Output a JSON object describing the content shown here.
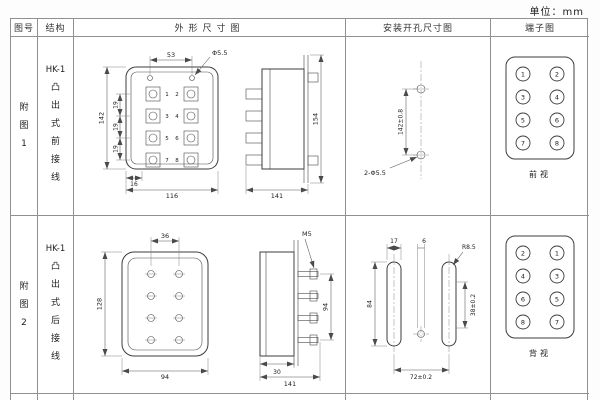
{
  "page": {
    "unit_label": "单位：mm"
  },
  "headers": {
    "figure": "图号",
    "structure": "结构",
    "outline": "外形尺寸图",
    "install": "安装开孔尺寸图",
    "terminal": "端子图"
  },
  "row1": {
    "figure_no": "附图1",
    "model": "HK-1",
    "structure": "凸出式前接线",
    "outline": {
      "top_width": "53",
      "hole_dia": "Φ5.5",
      "height": "142",
      "pitches": [
        "19",
        "19",
        "19"
      ],
      "bottom_small": "16",
      "bottom_width": "116",
      "side_height": "154",
      "side_depth": "141"
    },
    "install": {
      "v_dim": "142±0.8",
      "holes_note": "2-Φ5.5"
    },
    "terminal": {
      "nums": [
        "1",
        "2",
        "3",
        "4",
        "5",
        "6",
        "7",
        "8"
      ],
      "view": "前视"
    }
  },
  "row2": {
    "figure_no": "附图2",
    "model": "HK-1",
    "structure": "凸出式后接线",
    "outline": {
      "top_width": "36",
      "height": "128",
      "bottom_width": "94",
      "screw": "M5",
      "stud_span": "94",
      "body_depth": "30",
      "side_depth": "141"
    },
    "install": {
      "slot_width": "17",
      "hole_dia": "6",
      "radius": "R8.5",
      "v_dim": "84",
      "slot_len": "38±0.2",
      "h_dim": "72±0.2"
    },
    "terminal": {
      "nums": [
        "2",
        "1",
        "4",
        "3",
        "6",
        "5",
        "8",
        "7"
      ],
      "view": "背视"
    }
  }
}
